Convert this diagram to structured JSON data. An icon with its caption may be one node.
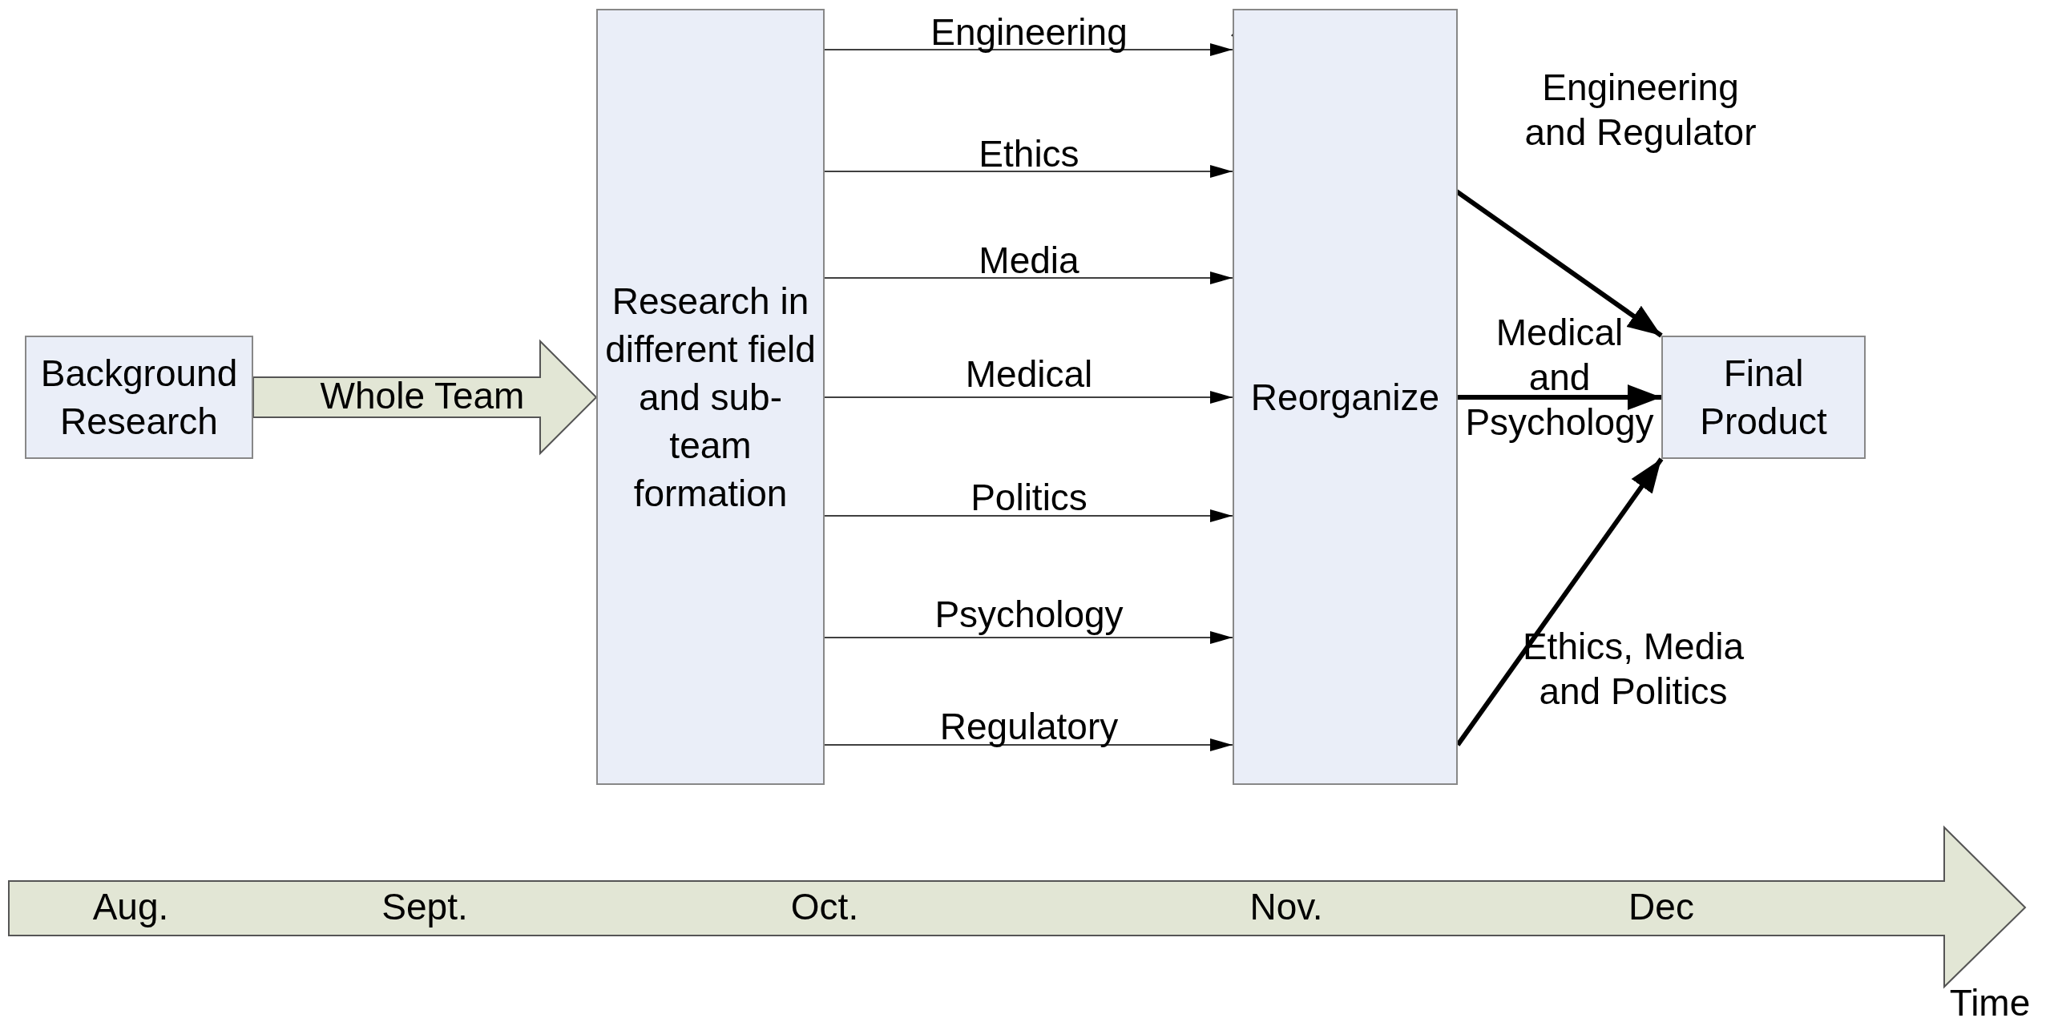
{
  "diagram": {
    "nodes": [
      {
        "text": [
          "Background Research"
        ]
      },
      {
        "text": [
          "Research in different field and sub-team formation"
        ]
      },
      {
        "text": [
          "Reorganize"
        ]
      },
      {
        "text": [
          "Final Product"
        ]
      }
    ],
    "edges": [
      {
        "from": 0,
        "to": 1,
        "arrow": "to",
        "label": "Whole Team",
        "style": "thick"
      },
      {
        "from": 1,
        "to": 2,
        "arrow": "to",
        "label": "Engineering"
      },
      {
        "from": 1,
        "to": 2,
        "arrow": "to",
        "label": "Ethics"
      },
      {
        "from": 1,
        "to": 2,
        "arrow": "to",
        "label": "Media"
      },
      {
        "from": 1,
        "to": 2,
        "arrow": "to",
        "label": "Medical"
      },
      {
        "from": 1,
        "to": 2,
        "arrow": "to",
        "label": "Politics"
      },
      {
        "from": 1,
        "to": 2,
        "arrow": "to",
        "label": "Psychology"
      },
      {
        "from": 1,
        "to": 2,
        "arrow": "to",
        "label": "Regulatory"
      },
      {
        "from": 2,
        "to": 3,
        "arrow": "to",
        "label": "Engineering and Regulator",
        "style": "thick"
      },
      {
        "from": 2,
        "to": 3,
        "arrow": "to",
        "label": "Medical and Psychology",
        "style": "thick"
      },
      {
        "from": 2,
        "to": 3,
        "arrow": "to",
        "label": "Ethics, Media and Politics",
        "style": "thick"
      }
    ],
    "labels": [
      "Aug.",
      "Sept.",
      "Oct.",
      "Nov.",
      "Dec",
      "Time"
    ]
  }
}
